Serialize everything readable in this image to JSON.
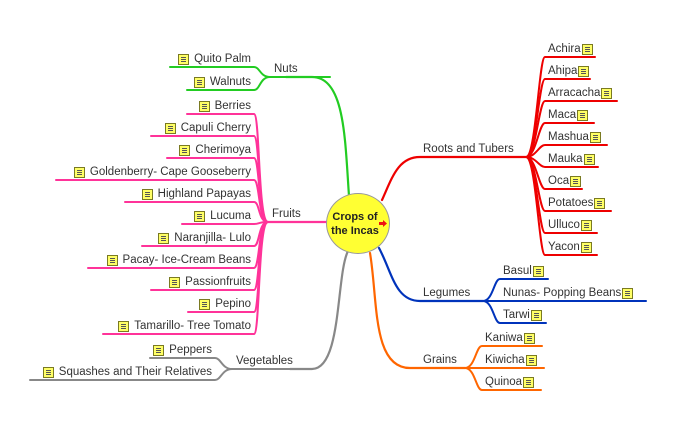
{
  "central": {
    "label": "Crops of the Incas",
    "colors": {
      "fill": "#ffff33"
    }
  },
  "branches": {
    "nuts": {
      "label": "Nuts",
      "color": "#22cc22",
      "items": [
        "Quito Palm",
        "Walnuts"
      ]
    },
    "fruits": {
      "label": "Fruits",
      "color": "#ff3399",
      "items": [
        "Berries",
        "Capuli Cherry",
        "Cherimoya",
        "Goldenberry- Cape Gooseberry",
        "Highland Papayas",
        "Lucuma",
        "Naranjilla- Lulo",
        "Pacay- Ice-Cream Beans",
        "Passionfruits",
        "Pepino",
        "Tamarillo- Tree Tomato"
      ]
    },
    "vegetables": {
      "label": "Vegetables",
      "color": "#888888",
      "items": [
        "Peppers",
        "Squashes and Their Relatives"
      ]
    },
    "roots": {
      "label": "Roots and Tubers",
      "color": "#ee0000",
      "items": [
        "Achira",
        "Ahipa",
        "Arracacha",
        "Maca",
        "Mashua",
        "Mauka",
        "Oca",
        "Potatoes",
        "Ulluco",
        "Yacon"
      ]
    },
    "legumes": {
      "label": "Legumes",
      "color": "#0033bb",
      "items": [
        "Basul",
        "Nunas- Popping Beans",
        "Tarwi"
      ]
    },
    "grains": {
      "label": "Grains",
      "color": "#ff6600",
      "items": [
        "Kaniwa",
        "Kiwicha",
        "Quinoa"
      ]
    }
  }
}
